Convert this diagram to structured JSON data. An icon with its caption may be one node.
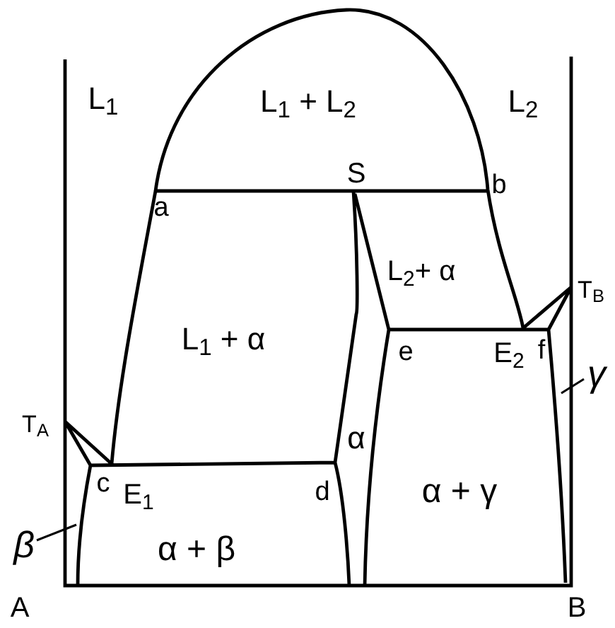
{
  "diagram": {
    "nodes": [
      {
        "text": [
          "γ"
        ]
      },
      {
        "text": [
          "β"
        ]
      }
    ],
    "edges": [
      {
        "from": 0,
        "to": null,
        "arrow": "none"
      },
      {
        "from": 1,
        "to": null,
        "arrow": "none"
      }
    ],
    "labels": [
      "L$_{1}$",
      "L$_{1}$ + L$_{2}$",
      "L$_{2}$",
      "S",
      "a",
      "b",
      "L$_{2}$+ α",
      "T$_{B}$",
      "L$_{1}$ + α",
      "e",
      "E$_{2}$",
      "f",
      "T$_{A}$",
      "α",
      "c",
      "E$_{1}$",
      "d",
      "α + γ",
      "α + β",
      "A",
      "B"
    ]
  }
}
